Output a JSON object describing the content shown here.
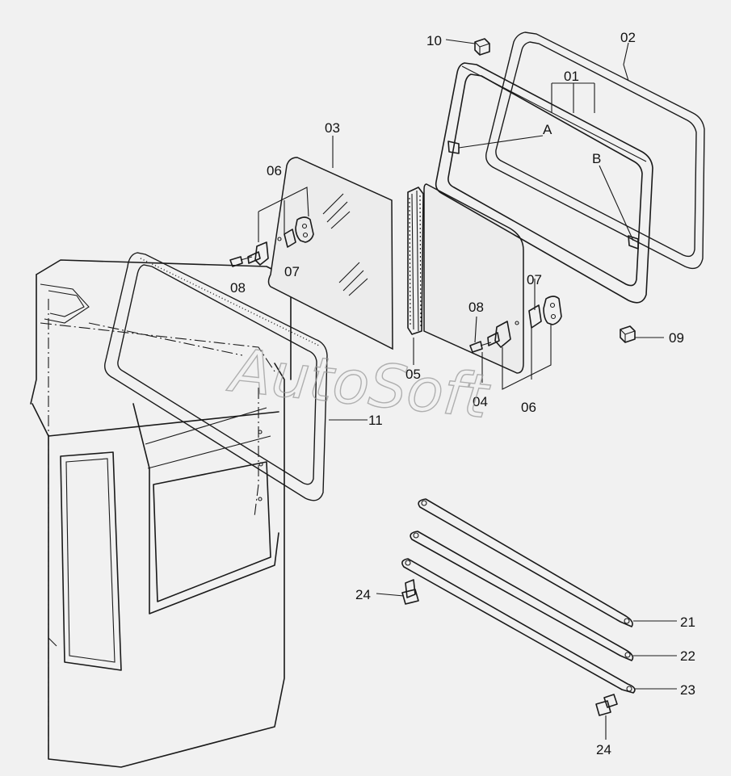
{
  "watermark": "AutoSoft",
  "part_labels": [
    "01",
    "02",
    "03",
    "04",
    "05",
    "06",
    "06",
    "07",
    "07",
    "08",
    "08",
    "09",
    "10",
    "11",
    "21",
    "22",
    "23",
    "24",
    "24",
    "A",
    "B"
  ],
  "colors": {
    "background": "#f1f1f1",
    "line": "#1a1a1a",
    "watermark": "#9a9a9a"
  }
}
